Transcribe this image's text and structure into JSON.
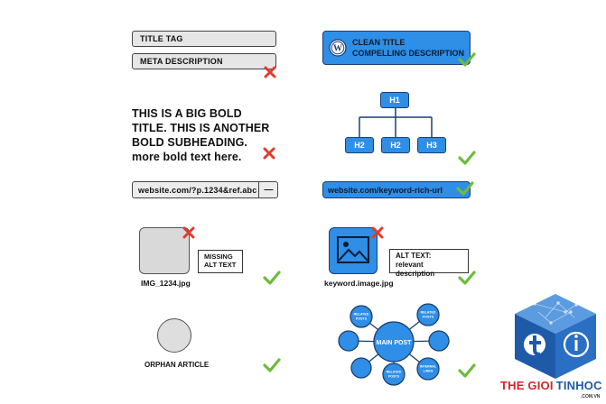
{
  "bad": {
    "title_tag": "TITLE TAG",
    "meta_description": "META DESCRIPTION",
    "bold_lines": [
      "THIS IS A BIG BOLD",
      "TITLE. THIS IS ANOTHER",
      "BOLD SUBHEADING.",
      "more bold text here."
    ],
    "url": "website.com/?p.1234&ref.abc",
    "url_button": "—",
    "image_caption": "IMG_1234.jpg",
    "alt_box": [
      "MISSING",
      "ALT TEXT"
    ],
    "orphan_label": "ORPHAN ARTICLE"
  },
  "good": {
    "serp_title": "CLEAN TITLE",
    "serp_description": "COMPELLING DESCRIPTION",
    "heading_h1": "H1",
    "heading_h2a": "H2",
    "heading_h2b": "H2",
    "heading_h3": "H3",
    "url": "website.com/keyword-rich-url",
    "image_caption": "keyword.image.jpg",
    "alt_box": [
      "ALT TEXT:",
      "relevant description"
    ],
    "hub_center": "MAIN POST",
    "hub_spokes": [
      {
        "label": [
          "RELATED",
          "POSTS"
        ]
      },
      {
        "label": [
          "RELATED",
          "POSTS"
        ]
      },
      {
        "label": []
      },
      {
        "label": []
      },
      {
        "label": []
      },
      {
        "label": [
          "RELATED",
          "POSTS"
        ]
      },
      {
        "label": [
          "INTERNAL",
          "LINKS"
        ]
      }
    ]
  },
  "brand": {
    "name_part1": "THE GIOI",
    "name_part2": "TINHOC",
    "domain": ".COM.VN",
    "accent_red": "#d6262b",
    "accent_blue": "#1e5aa8"
  },
  "colors": {
    "blue": "#2f8ee6",
    "dark_blue": "#1b3f73",
    "red_x": "#e23a2f",
    "green_check": "#6dbb3c"
  },
  "icons": {
    "cross": "x-mark-icon",
    "check": "check-mark-icon",
    "wordpress": "wordpress-logo-icon",
    "image": "image-placeholder-icon",
    "logo": "thegioitinhoc-cube-logo"
  }
}
